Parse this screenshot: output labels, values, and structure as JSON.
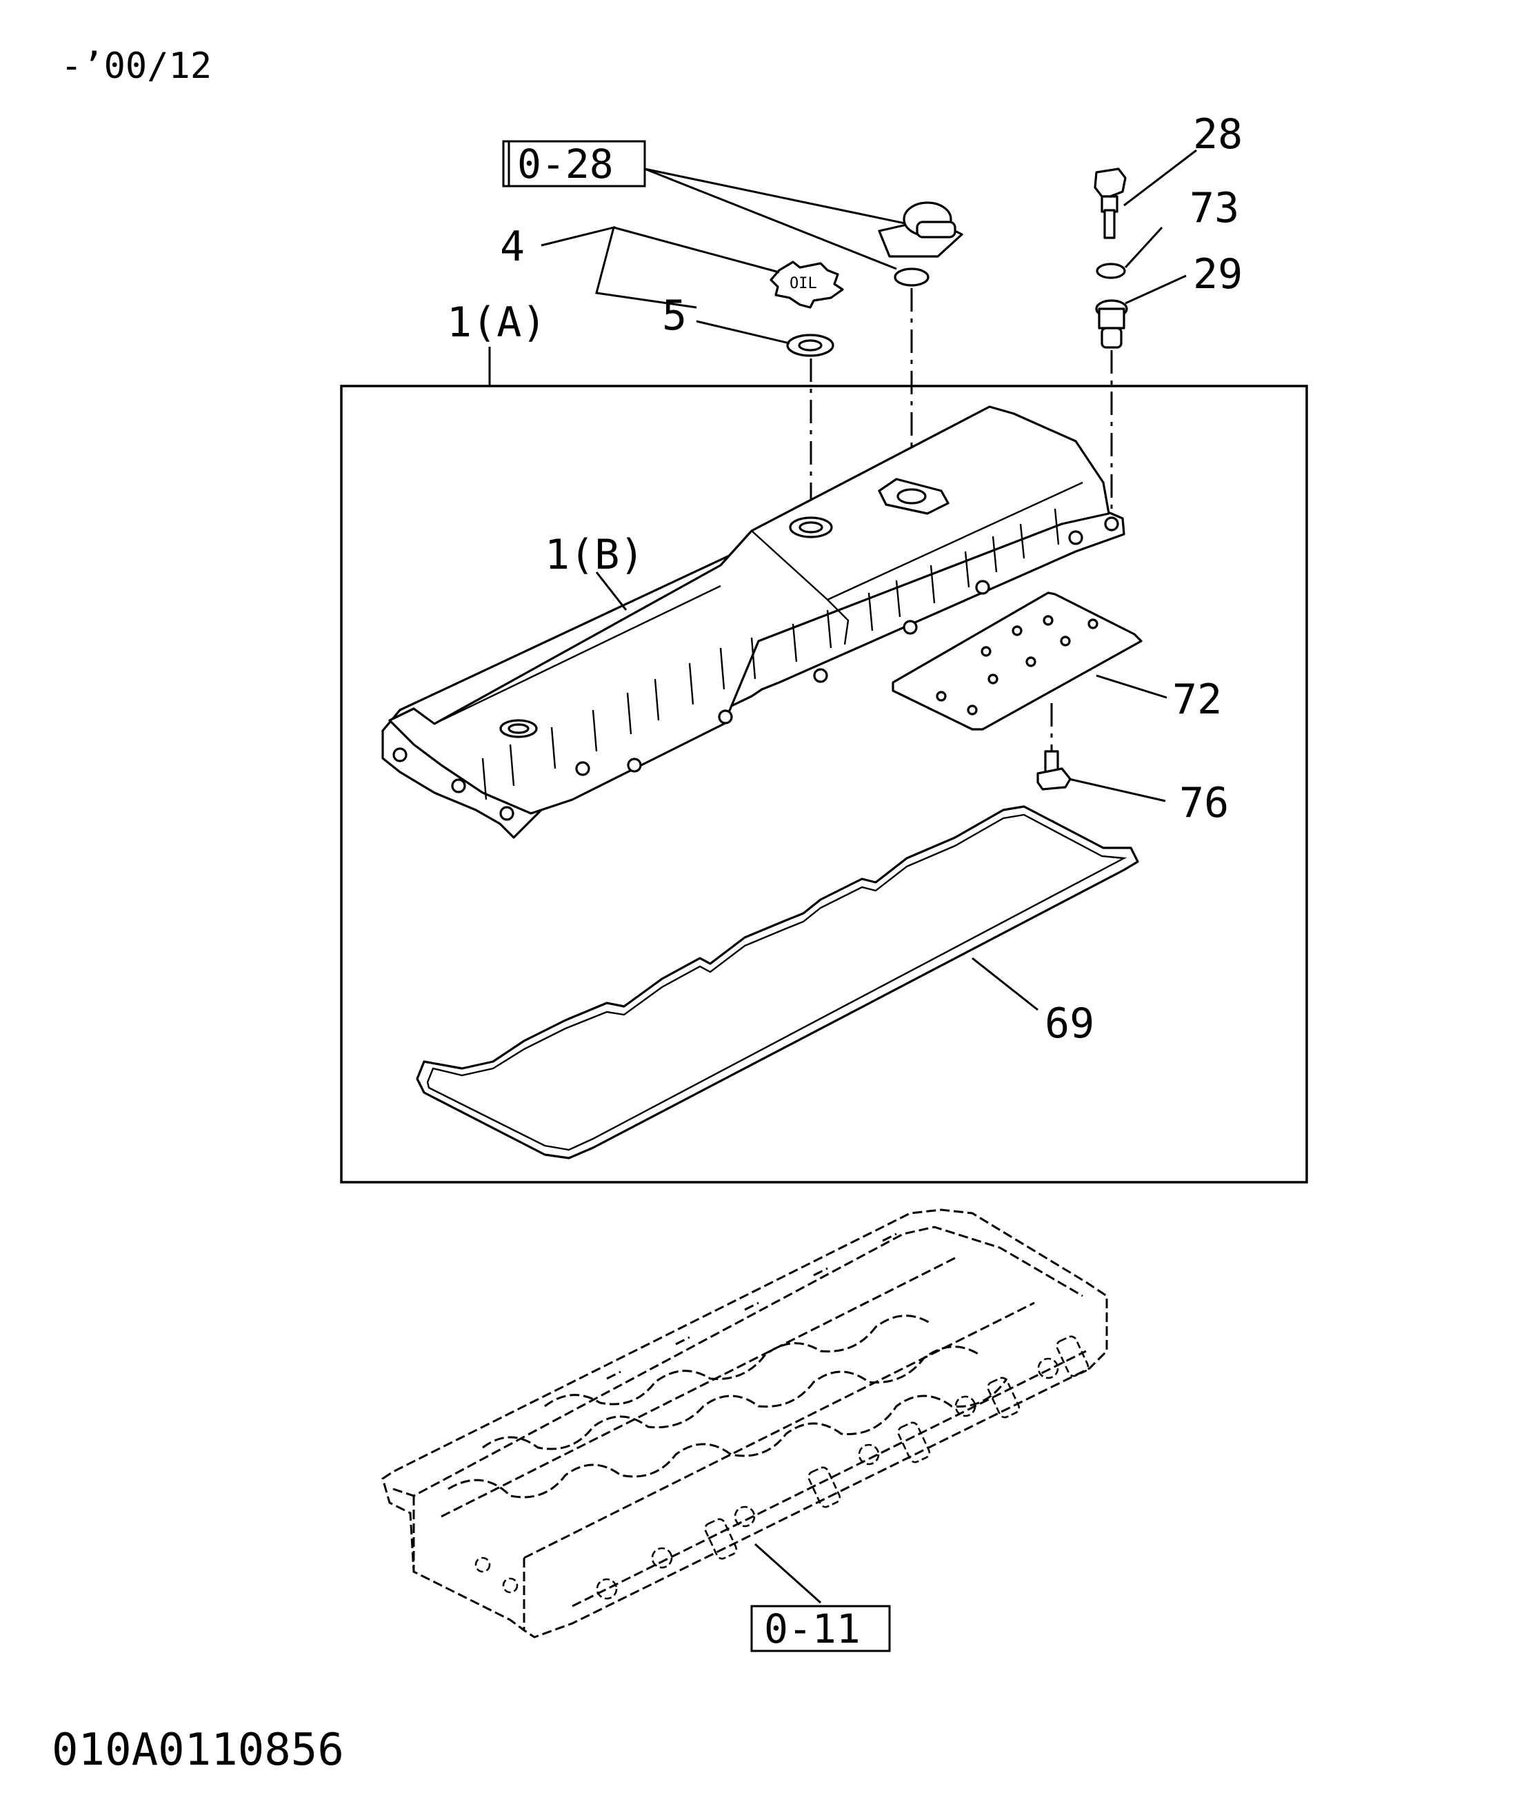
{
  "header": {
    "date_code": "-’00/12"
  },
  "footer": {
    "drawing_number": "010A0110856"
  },
  "group": {
    "label": "1(A)"
  },
  "references": {
    "top": "0-28",
    "bottom": "0-11"
  },
  "callouts": {
    "p1b": "1(B)",
    "p4": "4",
    "p5": "5",
    "p28": "28",
    "p29": "29",
    "p69": "69",
    "p72": "72",
    "p73": "73",
    "p76": "76"
  },
  "cap_text": "OIL"
}
